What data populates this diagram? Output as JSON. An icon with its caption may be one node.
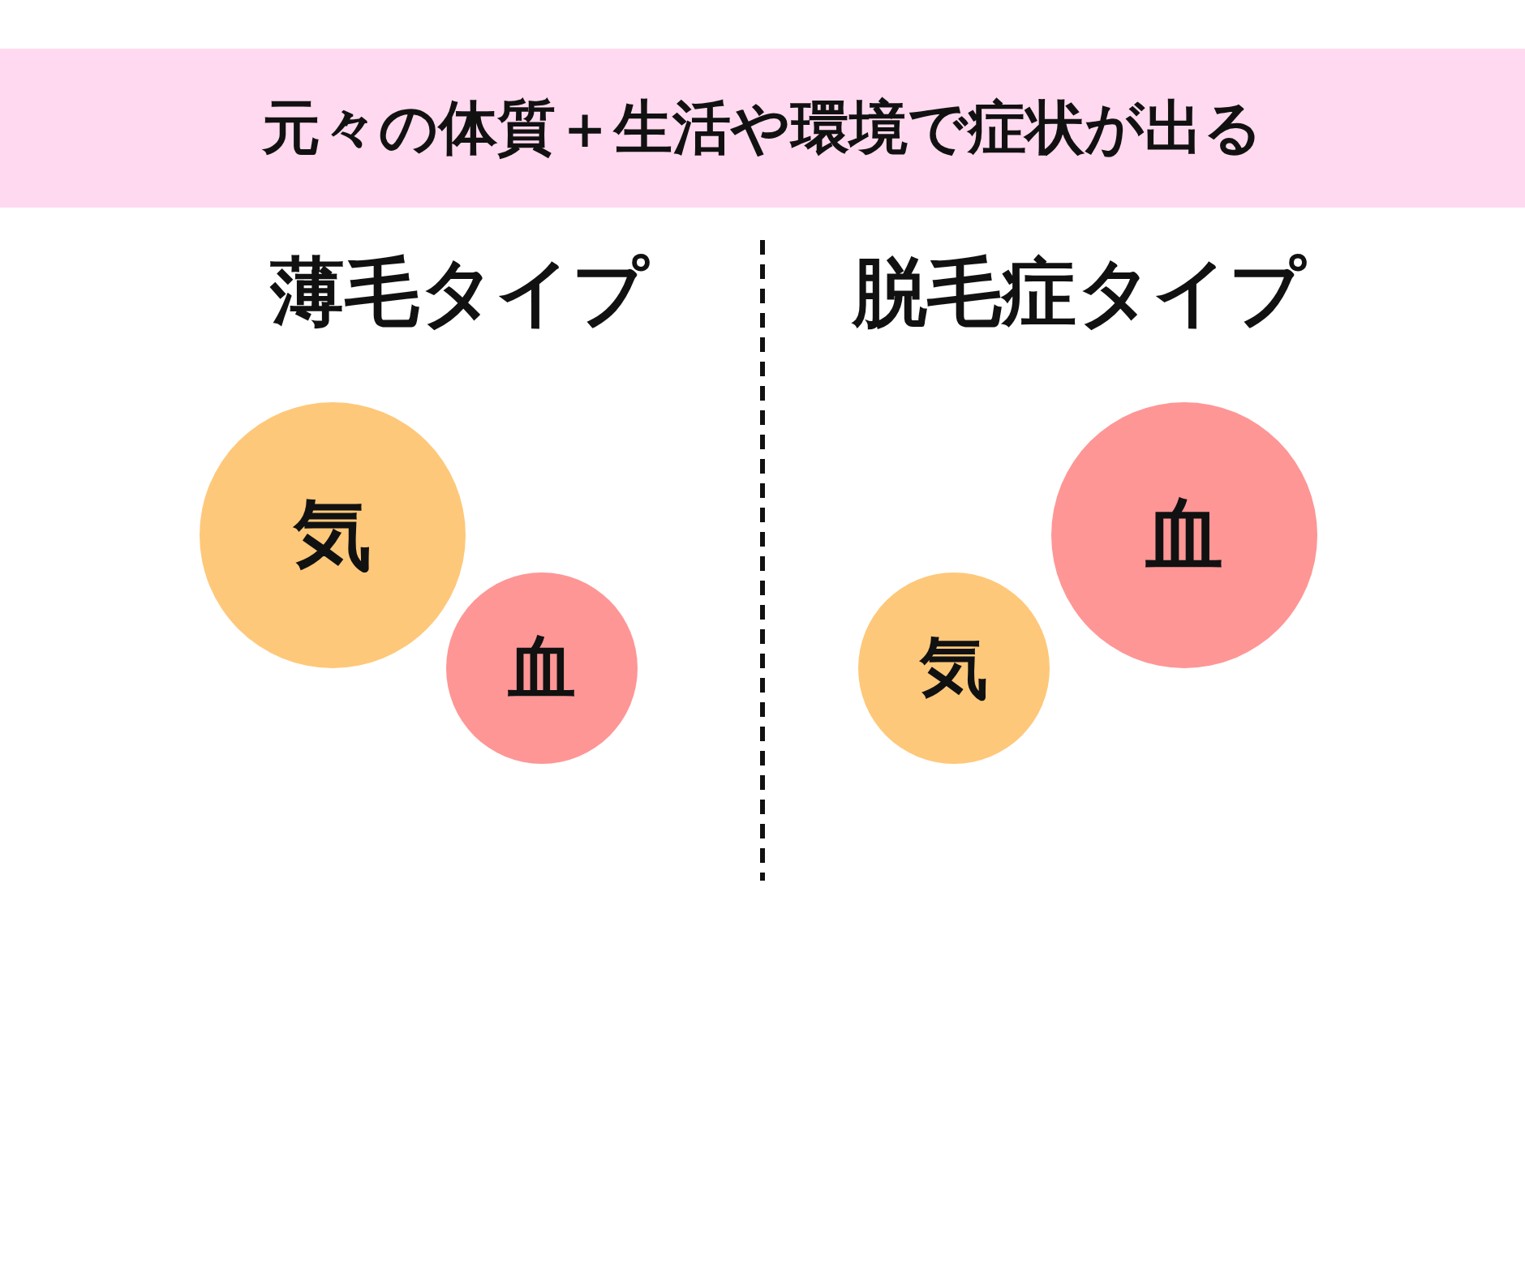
{
  "diagram": {
    "title": "元々の体質＋生活や環境で症状が出る",
    "nodes": [
      {
        "text": [
          "気"
        ]
      },
      {
        "text": [
          "血"
        ]
      },
      {
        "text": [
          "気"
        ]
      },
      {
        "text": [
          "血"
        ]
      }
    ],
    "labels": [
      "薄毛タイプ",
      "脱毛症タイプ"
    ]
  }
}
